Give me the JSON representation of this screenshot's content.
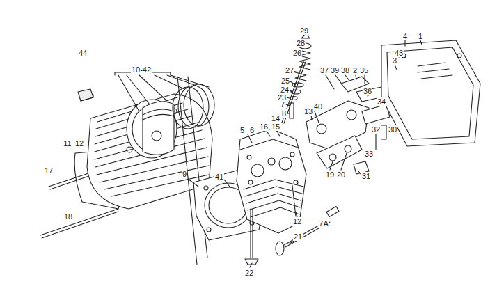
{
  "diagram": {
    "labels": [
      "29",
      "4",
      "1",
      "28",
      "43",
      "3",
      "26",
      "44",
      "10-42",
      "27",
      "37",
      "39",
      "38",
      "2",
      "35",
      "25",
      "36",
      "24",
      "23",
      "34",
      "7",
      "8",
      "40",
      "13",
      "14",
      "5",
      "6",
      "16",
      "15",
      "30",
      "32",
      "11",
      "12",
      "33",
      "9",
      "41",
      "19",
      "20",
      "31",
      "17",
      "18",
      "12",
      "7A",
      "21",
      "22"
    ]
  }
}
